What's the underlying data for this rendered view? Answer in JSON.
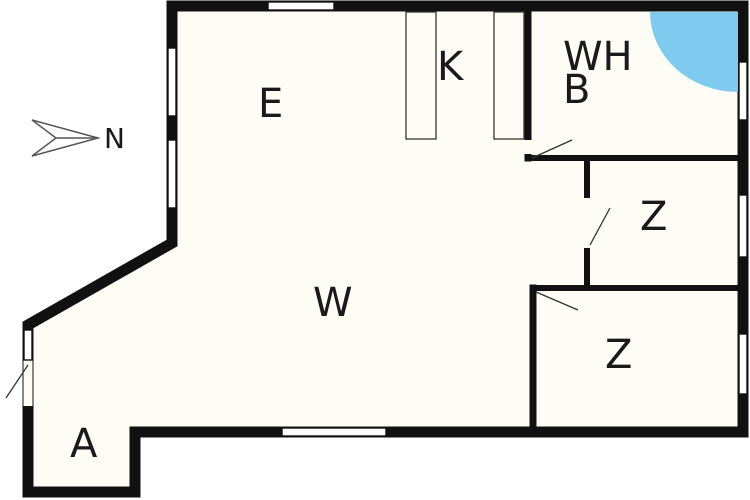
{
  "compass": {
    "label": "N"
  },
  "rooms": {
    "entry_hall": {
      "label": "E"
    },
    "kitchen": {
      "label": "K"
    },
    "utility": {
      "label": "WH"
    },
    "bathroom": {
      "label": "B"
    },
    "living": {
      "label": "W"
    },
    "bedroom_1": {
      "label": "Z"
    },
    "bedroom_2": {
      "label": "Z"
    },
    "annex": {
      "label": "A"
    }
  },
  "colors": {
    "wall": "#111111",
    "floor": "#fdfdf6",
    "shower": "#7fcbf0",
    "window_fill": "#ffffff",
    "fixture_stroke": "#333333"
  }
}
